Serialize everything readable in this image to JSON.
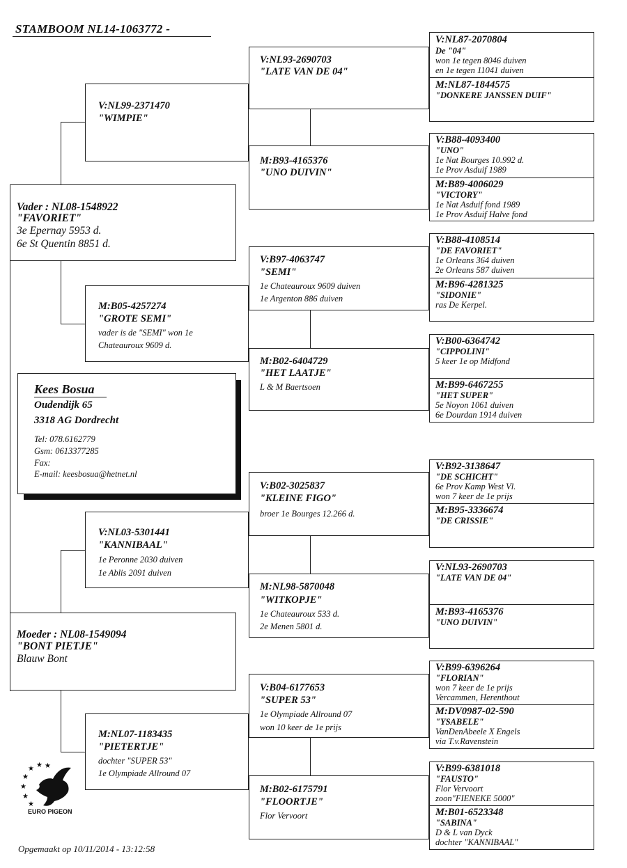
{
  "title": "STAMBOOM  NL14-1063772 -",
  "footer": "Opgemaakt op 10/11/2014 - 13:12:58",
  "logo": {
    "text": "EURO PIGEON",
    "icon": "pigeon-with-stars-icon"
  },
  "owner": {
    "name": "Kees Bosua",
    "address1": "Oudendijk 65",
    "address2": "3318 AG Dordrecht",
    "tel": "Tel: 078.6162779",
    "gsm": "Gsm: 0613377285",
    "fax": "Fax:",
    "email": "E-mail: keesbosua@hetnet.nl"
  },
  "pedigree": {
    "father": {
      "id": "Vader : NL08-1548922",
      "name": "\"FAVORIET\"",
      "l1": "3e Epernay     5953 d.",
      "l2": "6e St Quentin 8851 d."
    },
    "mother": {
      "id": "Moeder : NL08-1549094",
      "name": "\"BONT PIETJE\"",
      "l1": "Blauw Bont"
    },
    "gp": [
      {
        "id": "V:NL99-2371470",
        "name": "\"WIMPIE\""
      },
      {
        "id": "M:B05-4257274",
        "name": "\"GROTE SEMI\"",
        "l1": "vader is de \"SEMI\" won 1e",
        "l2": "Chateauroux 9609 d."
      },
      {
        "id": "V:NL03-5301441",
        "name": "\"KANNIBAAL\"",
        "l1": "1e Peronne 2030 duiven",
        "l2": "1e Ablis   2091 duiven"
      },
      {
        "id": "M:NL07-1183435",
        "name": "\"PIETERTJE\"",
        "l1": "dochter \"SUPER 53\"",
        "l2": "1e Olympiade Allround 07"
      }
    ],
    "ggp": [
      {
        "id": "V:NL93-2690703",
        "name": "\"LATE VAN DE 04\""
      },
      {
        "id": "M:B93-4165376",
        "name": "\"UNO DUIVIN\""
      },
      {
        "id": "V:B97-4063747",
        "name": "\"SEMI\"",
        "l1": "1e Chateauroux 9609 duiven",
        "l2": "1e Argenton 886 duiven"
      },
      {
        "id": "M:B02-6404729",
        "name": "\"HET LAATJE\"",
        "l1": "L & M Baertsoen"
      },
      {
        "id": "V:B02-3025837",
        "name": "\"KLEINE FIGO\"",
        "l1": "broer 1e Bourges 12.266 d."
      },
      {
        "id": "M:NL98-5870048",
        "name": "\"WITKOPJE\"",
        "l1": "1e Chateauroux 533 d.",
        "l2": "2e Menen   5801 d."
      },
      {
        "id": "V:B04-6177653",
        "name": "\"SUPER 53\"",
        "l1": "1e Olympiade Allround 07",
        "l2": "won 10 keer de 1e prijs"
      },
      {
        "id": "M:B02-6175791",
        "name": "\"FLOORTJE\"",
        "l1": "Flor Vervoort"
      }
    ],
    "gggp": [
      {
        "id": "V:NL87-2070804",
        "name": "De \"04\"",
        "l1": "won 1e tegen 8046 duiven",
        "l2": "en 1e tegen 11041 duiven"
      },
      {
        "id": "M:NL87-1844575",
        "name": "\"DONKERE JANSSEN DUIF\""
      },
      {
        "id": "V:B88-4093400",
        "name": "\"UNO\"",
        "l1": "1e Nat Bourges 10.992 d.",
        "l2": "1e Prov Asduif 1989"
      },
      {
        "id": "M:B89-4006029",
        "name": "\"VICTORY\"",
        "l1": "1e Nat Asduif fond 1989",
        "l2": "1e Prov Asduif Halve fond"
      },
      {
        "id": "V:B88-4108514",
        "name": "\"DE FAVORIET\"",
        "l1": "1e Orleans  364 duiven",
        "l2": "2e Orleans  587 duiven"
      },
      {
        "id": "M:B96-4281325",
        "name": "\"SIDONIE\"",
        "l1": "ras De Kerpel."
      },
      {
        "id": "V:B00-6364742",
        "name": "\"CIPPOLINI\"",
        "l1": "5 keer 1e op Midfond"
      },
      {
        "id": "M:B99-6467255",
        "name": "\"HET SUPER\"",
        "l1": "5e Noyon   1061 duiven",
        "l2": "6e Dourdan 1914 duiven"
      },
      {
        "id": "V:B92-3138647",
        "name": "\"DE SCHICHT\"",
        "l1": "6e Prov Kamp West Vl.",
        "l2": "won 7 keer de 1e prijs"
      },
      {
        "id": "M:B95-3336674",
        "name": "\"DE CRISSIE\""
      },
      {
        "id": "V:NL93-2690703",
        "name": "\"LATE VAN DE 04\""
      },
      {
        "id": "M:B93-4165376",
        "name": "\"UNO DUIVIN\""
      },
      {
        "id": "V:B99-6396264",
        "name": "\"FLORIAN\"",
        "l1": "won 7 keer de 1e prijs",
        "l2": "Vercammen, Herenthout"
      },
      {
        "id": "M:DV0987-02-590",
        "name": "\"YSABELE\"",
        "l1": "VanDenAbeele X Engels",
        "l2": "via T.v.Ravenstein"
      },
      {
        "id": "V:B99-6381018",
        "name": "\"FAUSTO\"",
        "l1": "Flor Vervoort",
        "l2": "zoon\"FIENEKE 5000\""
      },
      {
        "id": "M:B01-6523348",
        "name": "\"SABINA\"",
        "l1": "D & L van Dyck",
        "l2": "dochter \"KANNIBAAL\""
      }
    ]
  }
}
